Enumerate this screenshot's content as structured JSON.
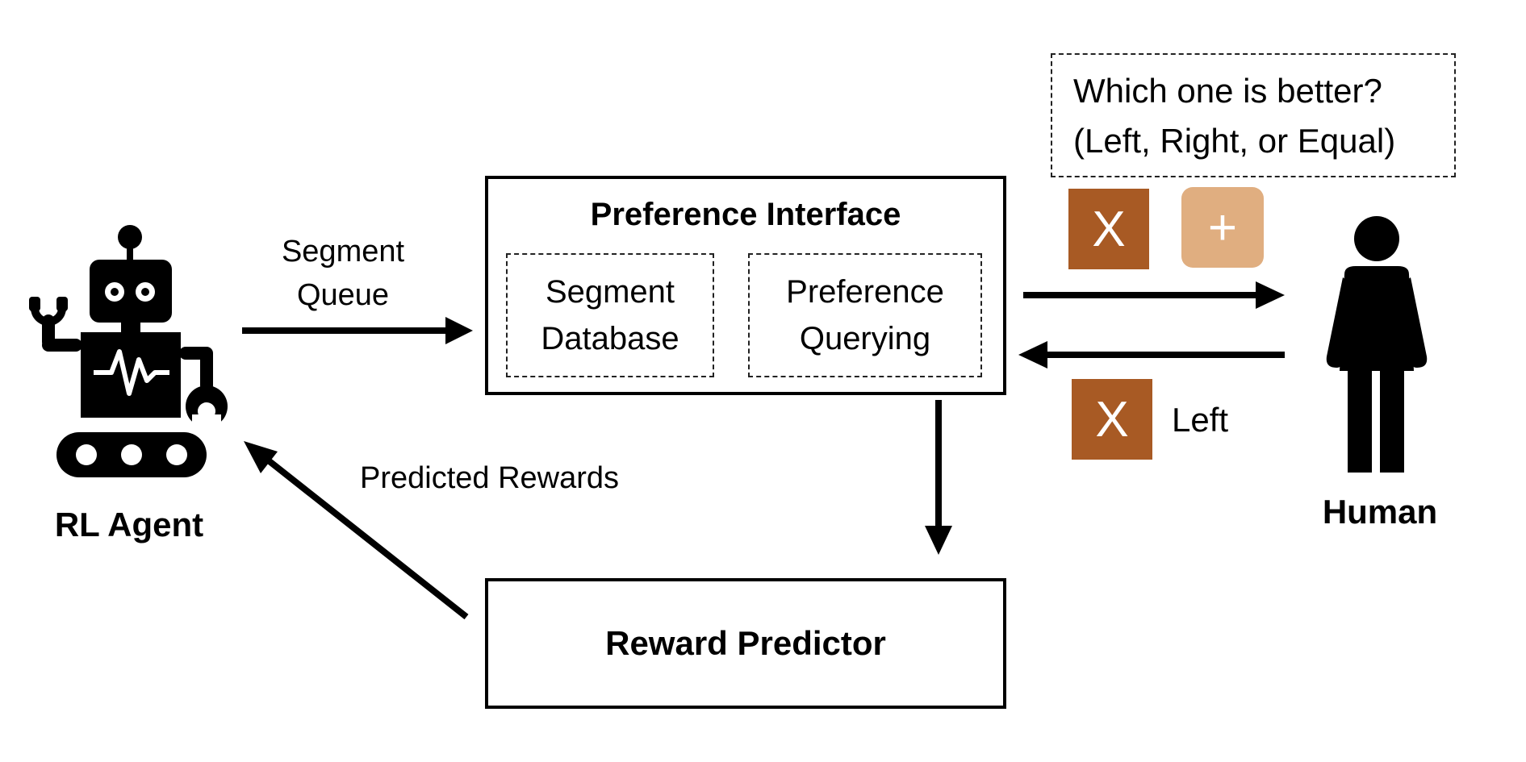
{
  "agent": {
    "label": "RL Agent"
  },
  "human": {
    "label": "Human"
  },
  "preference_interface": {
    "title": "Preference Interface",
    "segment_database": "Segment\nDatabase",
    "preference_querying": "Preference\nQuerying"
  },
  "reward_predictor": {
    "title": "Reward Predictor"
  },
  "edges": {
    "segment_queue": "Segment\nQueue",
    "predicted_rewards": "Predicted Rewards"
  },
  "query": {
    "question": "Which one is better?\n(Left, Right, or Equal)",
    "left_tile": "X",
    "right_tile": "+",
    "answer_tile": "X",
    "answer": "Left"
  },
  "colors": {
    "tile_dark": "#A85A24",
    "tile_light": "#E0AE80",
    "ink": "#000000"
  }
}
